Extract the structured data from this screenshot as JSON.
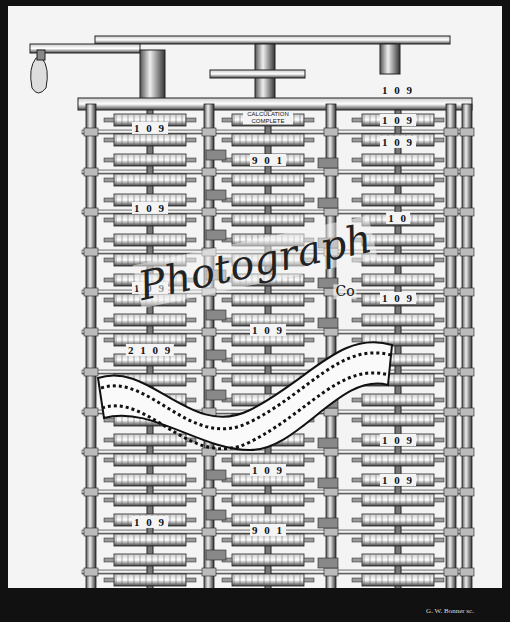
{
  "diagram": {
    "labels": [
      "1 0 9",
      "CALCULATION COMPLETE",
      "1 0 9",
      "1 0 9",
      "1 0 9",
      "9 0 1",
      "1 0 9",
      "1 0",
      "1 0 9",
      "1 0 9",
      "2 1 0 9",
      "1 0 9",
      "1 0 9",
      "1 0 9",
      "1 0 9",
      "9 0 1",
      "1 0 9",
      "Photograph",
      "Co",
      "G. W. Bonner sc."
    ]
  }
}
